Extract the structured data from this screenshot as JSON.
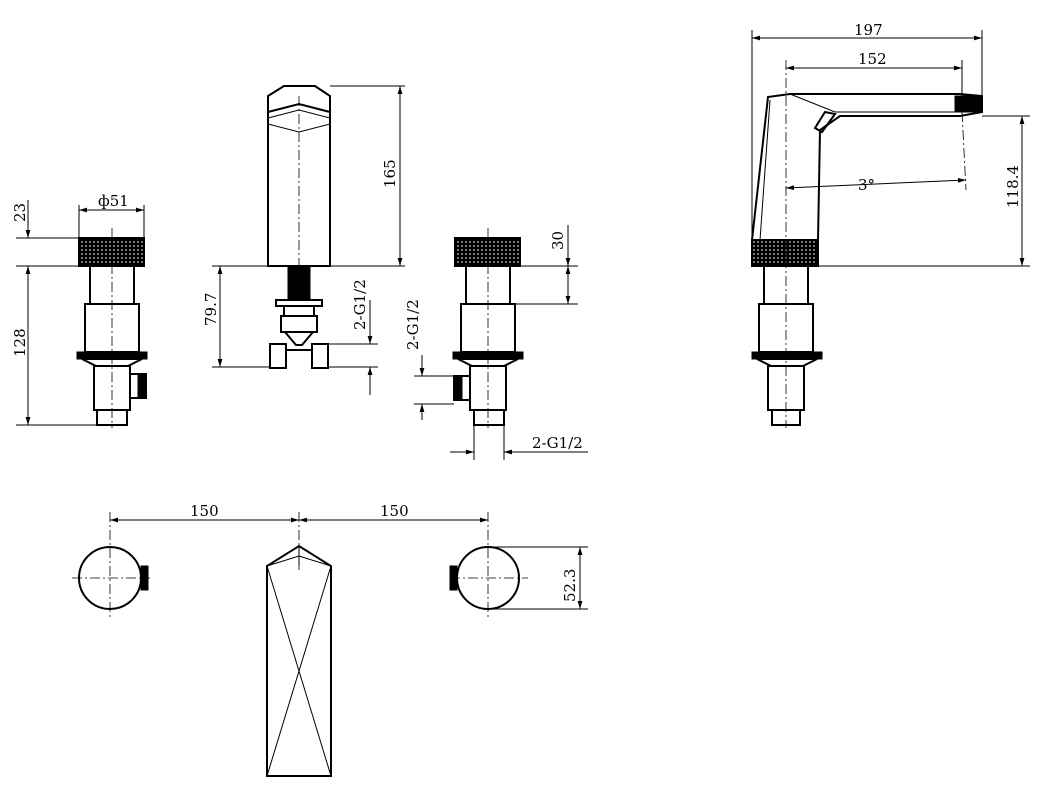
{
  "drawing": {
    "left_handle": {
      "top_height": "23",
      "diameter": "ф51",
      "total_height": "128"
    },
    "spout_front": {
      "height": "165",
      "below_deck": "79.7",
      "connection": "2-G1/2"
    },
    "right_handle": {
      "cap_height": "30",
      "connection_side": "2-G1/2",
      "connection_bottom": "2-G1/2"
    },
    "spout_side": {
      "overall": "197",
      "reach": "152",
      "angle": "3°",
      "height": "118.4"
    },
    "plan": {
      "left_spacing": "150",
      "right_spacing": "150",
      "handle_diameter": "52.3"
    }
  },
  "colors": {
    "line": "#000000",
    "background": "#ffffff"
  }
}
